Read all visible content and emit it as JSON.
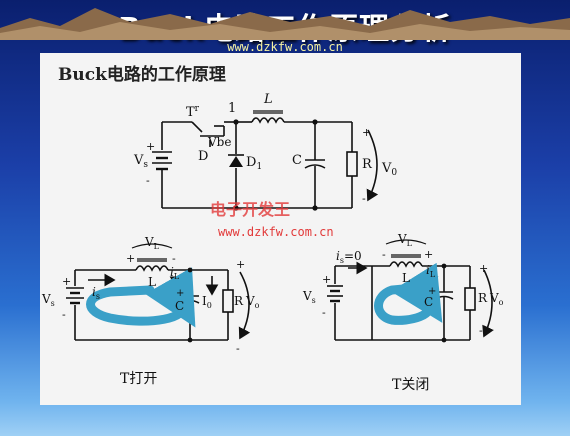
{
  "slide": {
    "title": "Buck电路工作原理分析",
    "header_url": "www.dzkfw.com.cn",
    "subtitle": "Buck电路的工作原理"
  },
  "watermark": {
    "brand": "电子开发王",
    "url": "www.dzkfw.com.cn"
  },
  "top_circuit": {
    "tr": "T",
    "tr_sub": "r",
    "node": "1",
    "inductor": "L",
    "vbe": "Vbe",
    "d": "D",
    "d1": "D",
    "d1_sub": "1",
    "c": "C",
    "r": "R",
    "vs": "V",
    "vs_sub": "s",
    "vo": "V",
    "vo_sub": "0",
    "plus": "+",
    "minus": "-"
  },
  "left_circuit": {
    "vl": "V",
    "vl_sub": "L",
    "l": "L",
    "is": "i",
    "is_sub": "s",
    "il": "i",
    "il_sub": "L",
    "io": "I",
    "io_sub": "0",
    "c": "C",
    "r": "R",
    "vs": "V",
    "vs_sub": "s",
    "vo": "V",
    "vo_sub": "o",
    "plus": "+",
    "minus": "-",
    "caption": "T打开"
  },
  "right_circuit": {
    "is0": "i",
    "is0_sub": "s",
    "is0_val": "=0",
    "vl": "V",
    "vl_sub": "L",
    "l": "L",
    "il": "i",
    "il_sub": "L",
    "c": "C",
    "r": "R",
    "vs": "V",
    "vs_sub": "s",
    "vo": "V",
    "vo_sub": "o",
    "plus": "+",
    "minus": "-",
    "caption": "T关闭"
  },
  "colors": {
    "background_top": "#0a1f6e",
    "background_bottom": "#9fd0f5",
    "title": "#ffffff",
    "url": "#f6f2a0",
    "panel": "#f4f4f4",
    "wire": "#111111",
    "loop_arrow": "#3aa0c8",
    "watermark": "#e23a3a"
  }
}
